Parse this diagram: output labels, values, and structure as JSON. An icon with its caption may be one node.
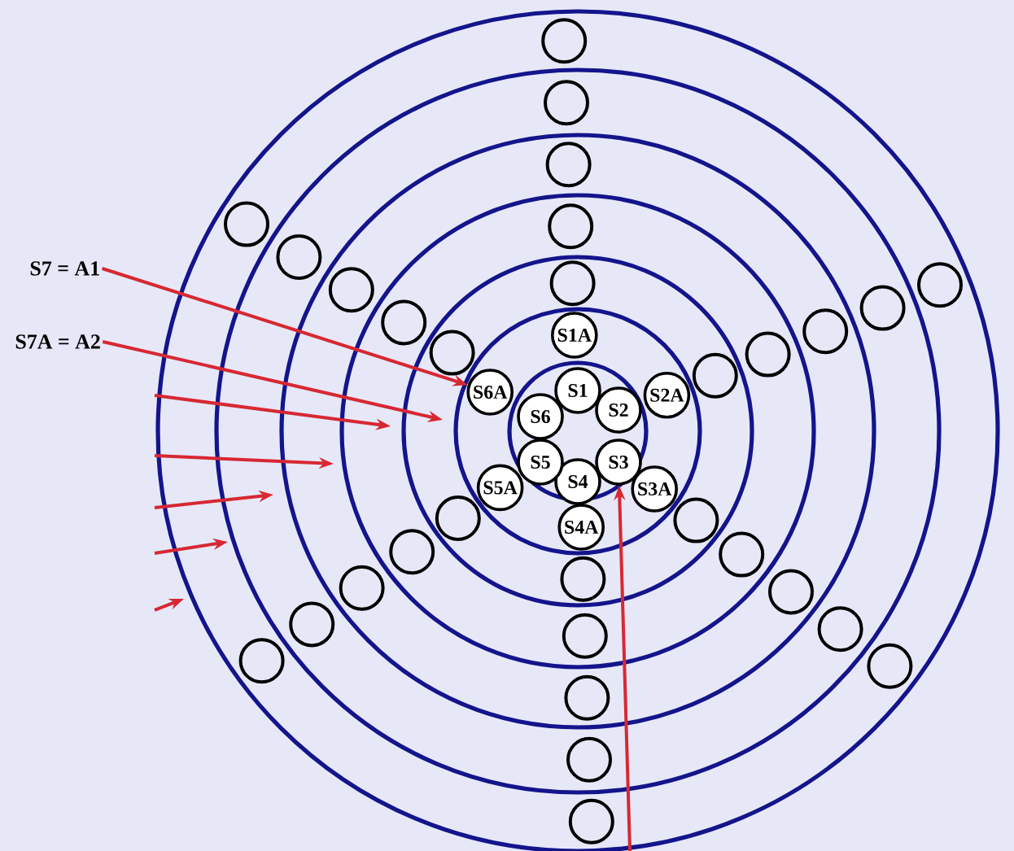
{
  "diagram": {
    "nodes": [
      {
        "text": [
          "S7 = A1"
        ]
      },
      {
        "text": [
          "S7A = A2"
        ]
      },
      {
        "text": [
          "S1A"
        ]
      },
      {
        "text": [
          "S2A"
        ]
      },
      {
        "text": [
          "S3A"
        ]
      },
      {
        "text": [
          "S4A"
        ]
      },
      {
        "text": [
          "S5A"
        ]
      },
      {
        "text": [
          "S6A"
        ]
      },
      {
        "text": [
          "S1"
        ]
      },
      {
        "text": [
          "S2"
        ]
      },
      {
        "text": [
          "S3"
        ]
      },
      {
        "text": [
          "S4"
        ]
      },
      {
        "text": [
          "S5"
        ]
      },
      {
        "text": [
          "S6"
        ]
      },
      {
        "text": [],
        "shape": "circle"
      },
      {
        "text": [],
        "shape": "circle"
      },
      {
        "text": [],
        "shape": "circle"
      },
      {
        "text": [],
        "shape": "circle"
      },
      {
        "text": [],
        "shape": "circle"
      },
      {
        "text": [],
        "shape": "circle"
      },
      {
        "text": [],
        "shape": "circle"
      },
      {
        "text": [],
        "shape": "circle"
      },
      {
        "text": [],
        "shape": "circle"
      },
      {
        "text": [],
        "shape": "circle"
      },
      {
        "text": [],
        "shape": "circle"
      },
      {
        "text": [],
        "shape": "circle"
      },
      {
        "text": [],
        "shape": "circle"
      },
      {
        "text": [],
        "shape": "circle"
      },
      {
        "text": [],
        "shape": "circle"
      },
      {
        "text": [],
        "shape": "circle"
      },
      {
        "text": [],
        "shape": "circle"
      },
      {
        "text": [],
        "shape": "circle"
      },
      {
        "text": [],
        "shape": "circle"
      },
      {
        "text": [],
        "shape": "circle"
      },
      {
        "text": [],
        "shape": "circle"
      },
      {
        "text": [],
        "shape": "circle"
      },
      {
        "text": [],
        "shape": "circle"
      },
      {
        "text": [],
        "shape": "circle"
      },
      {
        "text": [],
        "shape": "circle"
      },
      {
        "text": [],
        "shape": "circle"
      },
      {
        "text": [],
        "shape": "circle"
      },
      {
        "text": [],
        "shape": "circle"
      },
      {
        "text": [],
        "shape": "circle"
      },
      {
        "text": [],
        "shape": "circle"
      }
    ],
    "edges": [
      {
        "from": 0,
        "to": 7,
        "arrow": "to"
      },
      {
        "from": 1,
        "to": null,
        "arrow": "to"
      },
      {
        "from": null,
        "to": 10,
        "arrow": "to"
      }
    ]
  }
}
